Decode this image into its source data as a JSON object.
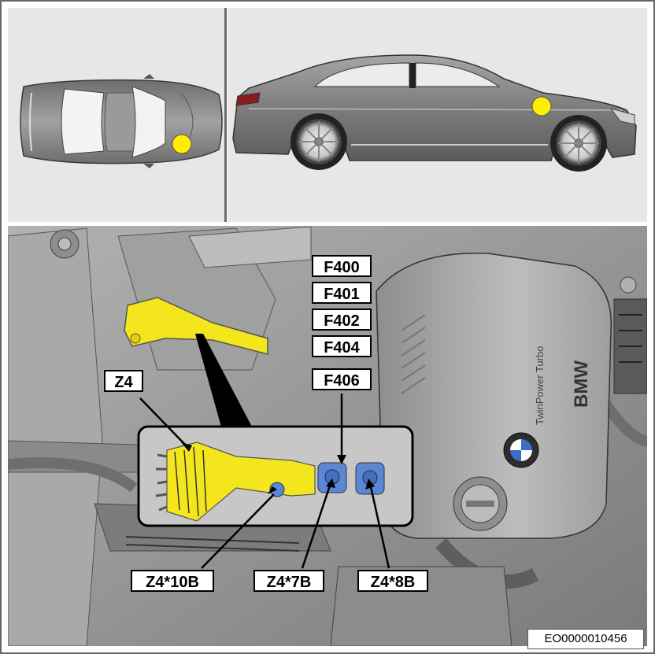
{
  "colors": {
    "highlight": "#f3e61c",
    "marker": "#ffee00",
    "connector_blue": "#5b86d6",
    "car_body": "#8e8e8e",
    "engine_bay": "#9a9a9a",
    "frame_background": "#e7e7e7"
  },
  "callouts": {
    "fuses": [
      "F400",
      "F401",
      "F402",
      "F404",
      "F406"
    ],
    "module": "Z4",
    "connector_10b": "Z4*10B",
    "connector_7b": "Z4*7B",
    "connector_8b": "Z4*8B"
  },
  "document_id": "EO0000010456",
  "brand_badge": "BMW",
  "engine_cover_text": "TwinPower Turbo"
}
